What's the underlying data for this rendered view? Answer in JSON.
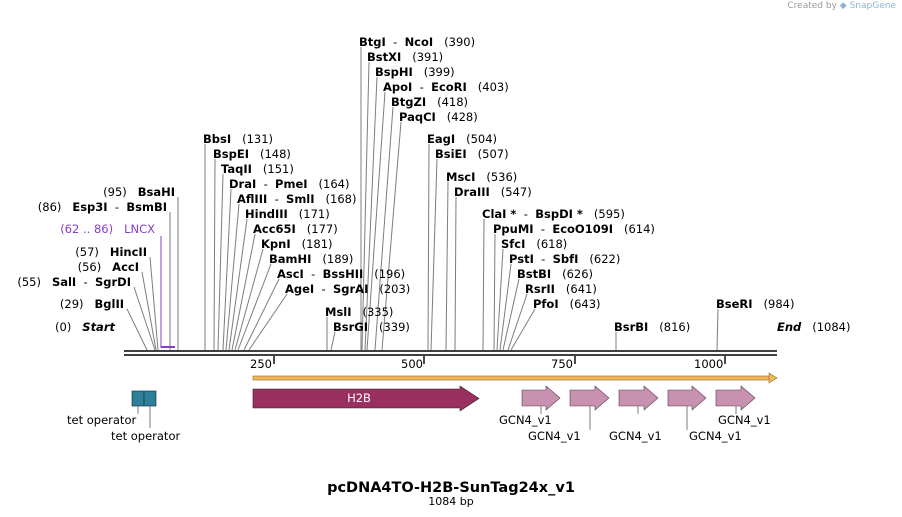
{
  "branding": {
    "created_by": "Created by",
    "product": "SnapGene"
  },
  "plasmid": {
    "name": "pcDNA4TO-H2B-SunTag24x_v1",
    "length_label": "1084 bp"
  },
  "ruler": {
    "ticks": [
      "250",
      "500",
      "750",
      "1000"
    ]
  },
  "sites": [
    {
      "id": "btgi",
      "parts": [
        {
          "t": "BtgI",
          "k": "b"
        },
        {
          "t": "  -  "
        },
        {
          "t": "NcoI",
          "k": "b"
        },
        {
          "t": "   (390)"
        }
      ]
    },
    {
      "id": "bstxi",
      "parts": [
        {
          "t": "BstXI",
          "k": "b"
        },
        {
          "t": "   (391)"
        }
      ]
    },
    {
      "id": "bsphi",
      "parts": [
        {
          "t": "BspHI",
          "k": "b"
        },
        {
          "t": "   (399)"
        }
      ]
    },
    {
      "id": "apoi",
      "parts": [
        {
          "t": "ApoI",
          "k": "b"
        },
        {
          "t": "  -  "
        },
        {
          "t": "EcoRI",
          "k": "b"
        },
        {
          "t": "   (403)"
        }
      ]
    },
    {
      "id": "btgzi",
      "parts": [
        {
          "t": "BtgZI",
          "k": "b"
        },
        {
          "t": "   (418)"
        }
      ]
    },
    {
      "id": "paqci",
      "parts": [
        {
          "t": "PaqCI",
          "k": "b"
        },
        {
          "t": "   (428)"
        }
      ]
    },
    {
      "id": "bbsi",
      "parts": [
        {
          "t": "BbsI",
          "k": "b"
        },
        {
          "t": "   (131)"
        }
      ]
    },
    {
      "id": "bspei",
      "parts": [
        {
          "t": "BspEI",
          "k": "b"
        },
        {
          "t": "   (148)"
        }
      ]
    },
    {
      "id": "taqii",
      "parts": [
        {
          "t": "TaqII",
          "k": "b"
        },
        {
          "t": "   (151)"
        }
      ]
    },
    {
      "id": "drai",
      "parts": [
        {
          "t": "DraI",
          "k": "b"
        },
        {
          "t": "  -  "
        },
        {
          "t": "PmeI",
          "k": "b"
        },
        {
          "t": "   (164)"
        }
      ]
    },
    {
      "id": "aflii",
      "parts": [
        {
          "t": "AflIII",
          "k": "b"
        },
        {
          "t": "  -  "
        },
        {
          "t": "SmlI",
          "k": "b"
        },
        {
          "t": "   (168)"
        }
      ]
    },
    {
      "id": "hindiii",
      "parts": [
        {
          "t": "HindIII",
          "k": "b"
        },
        {
          "t": "   (171)"
        }
      ]
    },
    {
      "id": "acc65i",
      "parts": [
        {
          "t": "Acc65I",
          "k": "b"
        },
        {
          "t": "   (177)"
        }
      ]
    },
    {
      "id": "kpni",
      "parts": [
        {
          "t": "KpnI",
          "k": "b"
        },
        {
          "t": "   (181)"
        }
      ]
    },
    {
      "id": "bamhi",
      "parts": [
        {
          "t": "BamHI",
          "k": "b"
        },
        {
          "t": "   (189)"
        }
      ]
    },
    {
      "id": "asci",
      "parts": [
        {
          "t": "AscI",
          "k": "b"
        },
        {
          "t": "  -  "
        },
        {
          "t": "BssHII",
          "k": "b"
        },
        {
          "t": "   (196)"
        }
      ]
    },
    {
      "id": "agei",
      "parts": [
        {
          "t": "AgeI",
          "k": "b"
        },
        {
          "t": "  -  "
        },
        {
          "t": "SgrAI",
          "k": "b"
        },
        {
          "t": "   (203)"
        }
      ]
    },
    {
      "id": "msli",
      "parts": [
        {
          "t": "MslI",
          "k": "b"
        },
        {
          "t": "   (335)"
        }
      ]
    },
    {
      "id": "bsrgi",
      "parts": [
        {
          "t": "BsrGI",
          "k": "b"
        },
        {
          "t": "   (339)"
        }
      ]
    },
    {
      "id": "eagi",
      "parts": [
        {
          "t": "EagI",
          "k": "b"
        },
        {
          "t": "   (504)"
        }
      ]
    },
    {
      "id": "bsiei",
      "parts": [
        {
          "t": "BsiEI",
          "k": "b"
        },
        {
          "t": "   (507)"
        }
      ]
    },
    {
      "id": "msci",
      "parts": [
        {
          "t": "MscI",
          "k": "b"
        },
        {
          "t": "   (536)"
        }
      ]
    },
    {
      "id": "draiii",
      "parts": [
        {
          "t": "DraIII",
          "k": "b"
        },
        {
          "t": "   (547)"
        }
      ]
    },
    {
      "id": "clai",
      "parts": [
        {
          "t": "ClaI *",
          "k": "b"
        },
        {
          "t": "  -  "
        },
        {
          "t": "BspDI *",
          "k": "b"
        },
        {
          "t": "   (595)"
        }
      ]
    },
    {
      "id": "ppumi",
      "parts": [
        {
          "t": "PpuMI",
          "k": "b"
        },
        {
          "t": "  -  "
        },
        {
          "t": "EcoO109I",
          "k": "b"
        },
        {
          "t": "   (614)"
        }
      ]
    },
    {
      "id": "sfci",
      "parts": [
        {
          "t": "SfcI",
          "k": "b"
        },
        {
          "t": "   (618)"
        }
      ]
    },
    {
      "id": "psti",
      "parts": [
        {
          "t": "PstI",
          "k": "b"
        },
        {
          "t": "  -  "
        },
        {
          "t": "SbfI",
          "k": "b"
        },
        {
          "t": "   (622)"
        }
      ]
    },
    {
      "id": "bstbi",
      "parts": [
        {
          "t": "BstBI",
          "k": "b"
        },
        {
          "t": "   (626)"
        }
      ]
    },
    {
      "id": "rsrii",
      "parts": [
        {
          "t": "RsrII",
          "k": "b"
        },
        {
          "t": "   (641)"
        }
      ]
    },
    {
      "id": "pfoi",
      "parts": [
        {
          "t": "PfoI",
          "k": "b"
        },
        {
          "t": "   (643)"
        }
      ]
    },
    {
      "id": "bsrbi",
      "parts": [
        {
          "t": "BsrBI",
          "k": "b"
        },
        {
          "t": "   (816)"
        }
      ]
    },
    {
      "id": "bseri",
      "parts": [
        {
          "t": "BseRI",
          "k": "b"
        },
        {
          "t": "   (984)"
        }
      ]
    },
    {
      "id": "end",
      "parts": [
        {
          "t": "End",
          "k": "i"
        },
        {
          "t": "   (1084)"
        }
      ]
    },
    {
      "id": "bsahi",
      "parts": [
        {
          "t": "(95)   "
        },
        {
          "t": "BsaHI",
          "k": "b"
        }
      ]
    },
    {
      "id": "esp3i",
      "parts": [
        {
          "t": "(86)   "
        },
        {
          "t": "Esp3I",
          "k": "b"
        },
        {
          "t": "  -  "
        },
        {
          "t": "BsmBI",
          "k": "b"
        }
      ]
    },
    {
      "id": "lncx",
      "parts": [
        {
          "t": "(62 .. 86)   LNCX",
          "k": "p"
        }
      ]
    },
    {
      "id": "hincii",
      "parts": [
        {
          "t": "(57)   "
        },
        {
          "t": "HincII",
          "k": "b"
        }
      ]
    },
    {
      "id": "acci",
      "parts": [
        {
          "t": "(56)   "
        },
        {
          "t": "AccI",
          "k": "b"
        }
      ]
    },
    {
      "id": "sali",
      "parts": [
        {
          "t": "(55)   "
        },
        {
          "t": "SalI",
          "k": "b"
        },
        {
          "t": "  -  "
        },
        {
          "t": "SgrDI",
          "k": "b"
        }
      ]
    },
    {
      "id": "bglii",
      "parts": [
        {
          "t": "(29)   "
        },
        {
          "t": "BglII",
          "k": "b"
        }
      ]
    },
    {
      "id": "start",
      "parts": [
        {
          "t": "(0)   "
        },
        {
          "t": "Start",
          "k": "i"
        }
      ]
    }
  ],
  "features": [
    {
      "id": "h2b",
      "label": "H2B",
      "color": "#99305f",
      "type": "arrow"
    },
    {
      "id": "orf",
      "label": "",
      "color": "#f0b85a",
      "type": "orf"
    },
    {
      "id": "tet1",
      "label": "tet operator",
      "color": "#2e7f99",
      "type": "box"
    },
    {
      "id": "tet2",
      "label": "tet operator",
      "color": "#2e7f99",
      "type": "box"
    },
    {
      "id": "gcn1",
      "label": "GCN4_v1",
      "color": "#c991b0",
      "type": "arrow"
    },
    {
      "id": "gcn2",
      "label": "GCN4_v1",
      "color": "#c991b0",
      "type": "arrow"
    },
    {
      "id": "gcn3",
      "label": "GCN4_v1",
      "color": "#c991b0",
      "type": "arrow"
    },
    {
      "id": "gcn4",
      "label": "GCN4_v1",
      "color": "#c991b0",
      "type": "arrow"
    },
    {
      "id": "gcn5",
      "label": "GCN4_v1",
      "color": "#c991b0",
      "type": "arrow"
    }
  ]
}
